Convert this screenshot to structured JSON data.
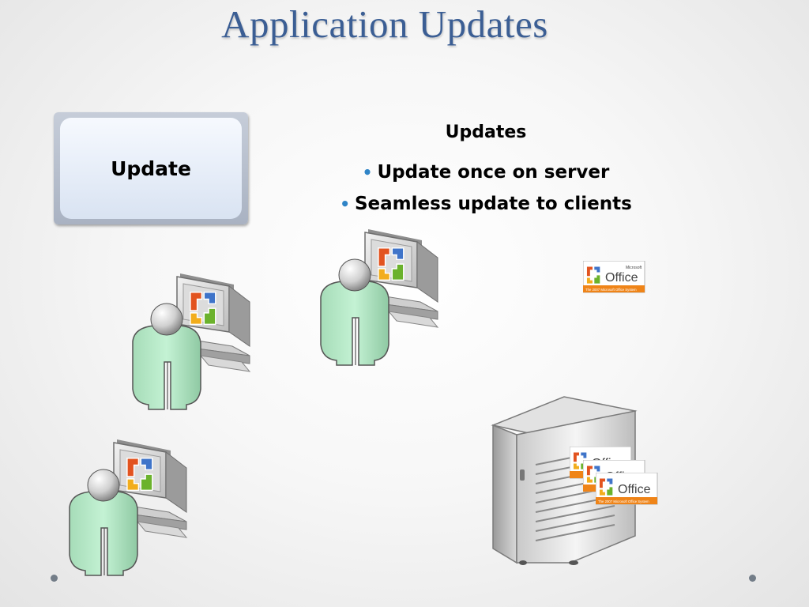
{
  "slide": {
    "title": "Application Updates",
    "update_box": {
      "label": "Update"
    },
    "updates_heading": "Updates",
    "bullets": [
      "Update once on server",
      "Seamless update to clients"
    ]
  },
  "logo": {
    "brand": "Office",
    "maker": "Microsoft",
    "tagline": "The 2007 Microsoft Office System"
  },
  "colors": {
    "title": "#3b5e94",
    "bullet": "#2f84c7",
    "person": "#b8eecb",
    "logo_red": "#e2531f",
    "logo_blue": "#3f74c9",
    "logo_green": "#6bb22c",
    "logo_yellow": "#f2ad1c",
    "logo_band": "#ef8418"
  },
  "icons": [
    "user-computer-icon",
    "server-icon",
    "office-logo-icon"
  ]
}
